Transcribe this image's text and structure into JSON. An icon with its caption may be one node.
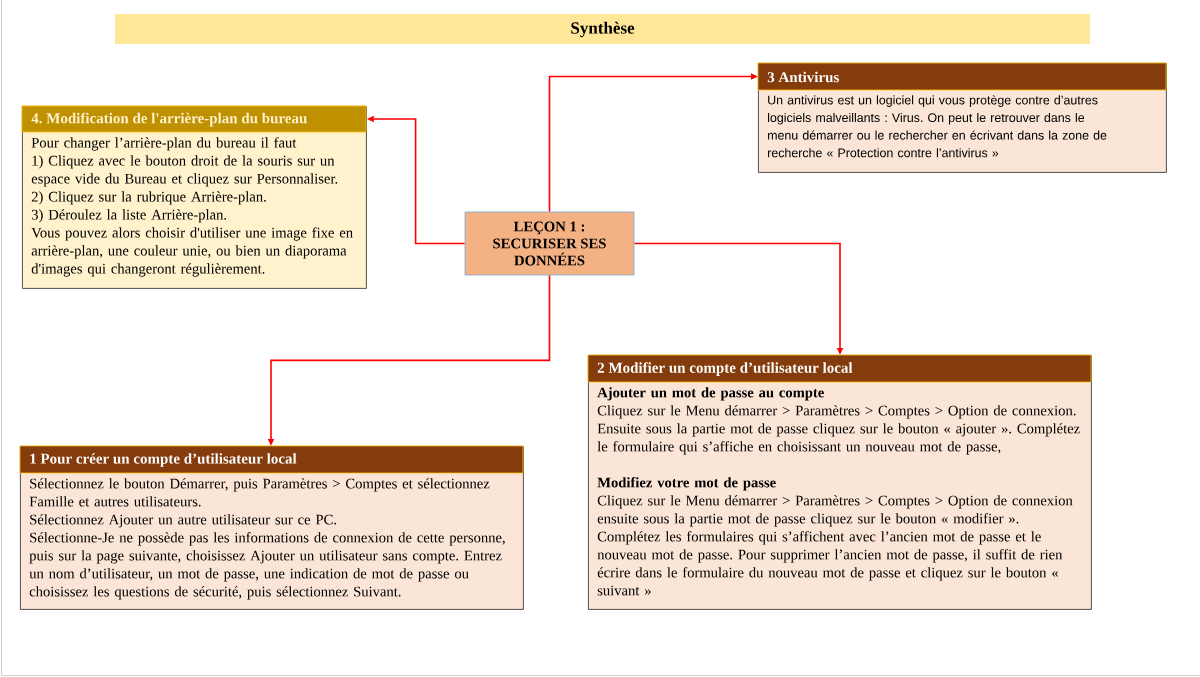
{
  "diagram": {
    "title": "Synthèse",
    "nodes": [
      {
        "text": [
          "LEÇON 1 : SECURISER SES DONNÉES"
        ]
      },
      {
        "text": [
          "4. Modification de l'arrière-plan du bureau",
          "Pour changer l’arrière-plan du bureau il faut",
          "1) Cliquez avec le bouton droit de la souris sur un espace vide du Bureau et cliquez sur Personnaliser.",
          "2) Cliquez sur la rubrique Arrière-plan.",
          "3) Déroulez la liste Arrière-plan.",
          "Vous pouvez alors choisir d'utiliser une image fixe en arrière-plan, une couleur unie, ou bien un diaporama d'images qui changeront régulièrement."
        ]
      },
      {
        "text": [
          "3 Antivirus",
          "Un antivirus est un logiciel qui vous protège contre d’autres logiciels malveillants : Virus. On peut le retrouver dans le menu démarrer ou le rechercher en écrivant dans la zone de recherche « Protection contre l’antivirus »"
        ]
      },
      {
        "text": [
          "1 Pour créer un compte d’utilisateur local",
          "Sélectionnez le bouton Démarrer, puis Paramètres > Comptes et sélectionnez Famille et autres utilisateurs.",
          "Sélectionnez Ajouter un autre utilisateur sur ce PC.",
          "Sélectionne-Je ne possède pas les informations de connexion de cette personne, puis sur la page suivante, choisissez Ajouter un utilisateur sans compte. Entrez un nom d’utilisateur, un mot de passe, une indication de mot de passe ou choisissez les questions de sécurité, puis sélectionnez Suivant."
        ]
      },
      {
        "text": [
          "2 Modifier un compte d’utilisateur local",
          "Ajouter un mot de passe au compte",
          "Cliquez sur le Menu démarrer > Paramètres > Comptes > Option de connexion. Ensuite sous la partie mot de passe cliquez sur le bouton « ajouter ». Complétez le formulaire qui s’affiche en choisissant un nouveau mot de passe,",
          "Modifiez votre mot de passe",
          "Cliquez sur le Menu démarrer > Paramètres > Comptes > Option de connexion ensuite sous la partie mot de passe cliquez sur le bouton « modifier ». Complétez les formulaires qui s’affichent avec l’ancien mot de passe et le nouveau mot de passe. Pour supprimer l’ancien mot de passe, il suffit de rien écrire dans le formulaire du nouveau mot de passe et cliquez sur le bouton « suivant »"
        ]
      }
    ],
    "edges": [
      {
        "from": 0,
        "to": 1,
        "arrow": "to"
      },
      {
        "from": 0,
        "to": 2,
        "arrow": "to"
      },
      {
        "from": 0,
        "to": 3,
        "arrow": "to"
      },
      {
        "from": 0,
        "to": 4,
        "arrow": "to"
      }
    ]
  }
}
